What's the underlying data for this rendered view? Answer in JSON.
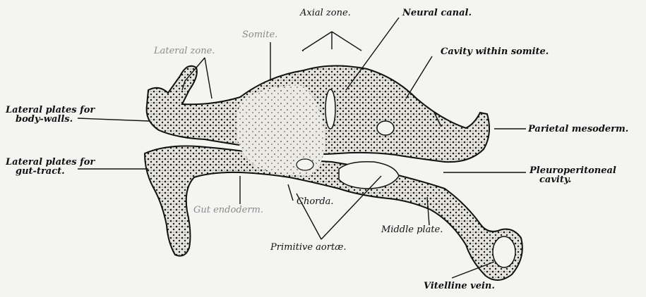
{
  "labels": {
    "axial_zone": "Axial zone.",
    "neural_canal": "Neural canal.",
    "somite": "Somite.",
    "lateral_zone": "Lateral zone.",
    "cavity_within_somite": "Cavity within somite.",
    "lateral_plates_body_1": "Lateral plates for",
    "lateral_plates_body_2": "body-walls.",
    "parietal_mesoderm": "Parietal mesoderm.",
    "lateral_plates_gut_1": "Lateral plates for",
    "lateral_plates_gut_2": "gut-tract.",
    "pleuroperitoneal_1": "Pleuroperitoneal",
    "pleuroperitoneal_2": "cavity.",
    "gut_endoderm": "Gut endoderm.",
    "chorda": "Chorda.",
    "middle_plate": "Middle plate.",
    "primitive_aortae": "Primitive aortæ.",
    "vitelline_vein": "Vitelline vein."
  },
  "colors": {
    "ink": "#111111",
    "tissue_fill": "#e6e4de",
    "cell_dot": "#1a1a1a",
    "background": "#f4f4f2"
  }
}
